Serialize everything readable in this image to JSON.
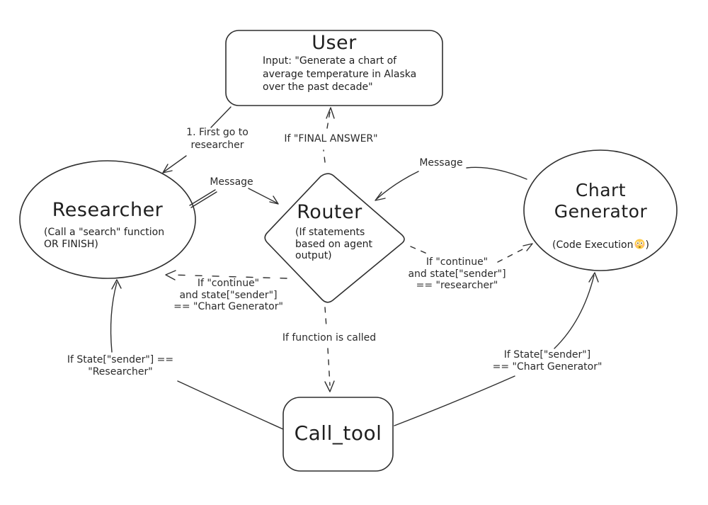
{
  "canvas": {
    "background": "#ffffff",
    "stroke_color": "#2f2f2f"
  },
  "nodes": {
    "user": {
      "title": "User",
      "body": "Input: \"Generate a chart of\naverage temperature in Alaska\nover the past decade\""
    },
    "researcher": {
      "title": "Researcher",
      "subtitle": "(Call a \"search\" function\nOR FINISH)"
    },
    "router": {
      "title": "Router",
      "subtitle": "(If statements\nbased on agent\noutput)"
    },
    "chart_generator": {
      "title": "Chart\nGenerator",
      "subtitle_prefix": "(Code Execution",
      "subtitle_suffix": ")",
      "emoji": "flushed-face"
    },
    "call_tool": {
      "title": "Call_tool"
    }
  },
  "edge_labels": {
    "first_go": "1. First go to\nresearcher",
    "final_answer": "If \"FINAL ANSWER\"",
    "message_left": "Message",
    "message_right": "Message",
    "continue_chart_generator": "If \"continue\"\nand state[\"sender\"]\n== \"Chart Generator\"",
    "continue_researcher": "If \"continue\"\nand state[\"sender\"]\n== \"researcher\"",
    "function_called": "If function is called",
    "state_researcher": "If State[\"sender\"] ==\n\"Researcher\"",
    "state_chart_generator": "If State[\"sender\"]\n== \"Chart Generator\""
  }
}
